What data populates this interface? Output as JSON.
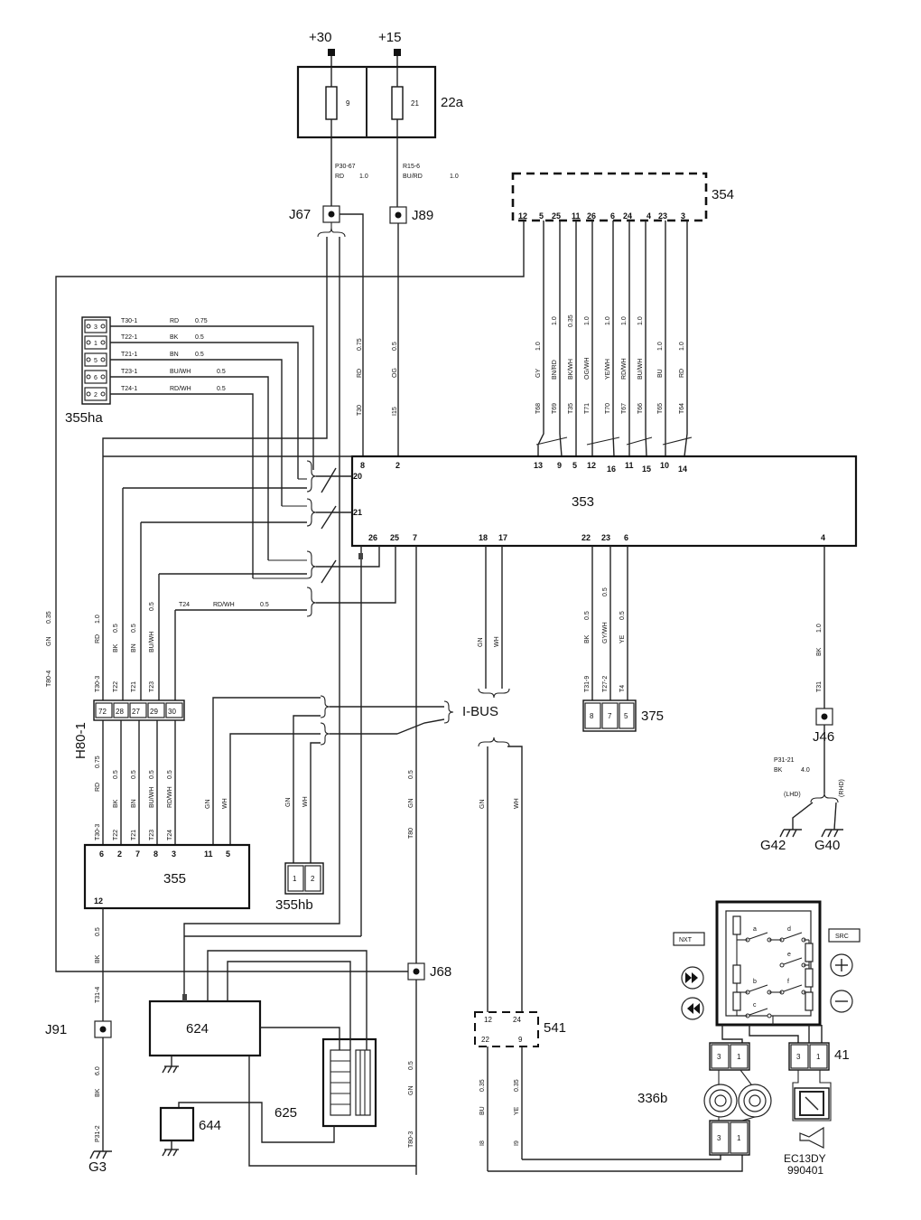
{
  "supply": {
    "plus30": "+30",
    "plus15": "+15"
  },
  "fuse_box": {
    "id": "22a",
    "fuse_a": "9",
    "fuse_b": "21"
  },
  "wire_p3067": {
    "code": "P30-67",
    "color": "RD",
    "size": "1.0"
  },
  "wire_r156": {
    "code": "R15-6",
    "color": "BU/RD",
    "size": "1.0"
  },
  "splices": {
    "j67": "J67",
    "j89": "J89",
    "j46": "J46",
    "j68": "J68",
    "j91": "J91"
  },
  "module_354": {
    "id": "354",
    "pins": [
      "12",
      "5",
      "25",
      "11",
      "26",
      "6",
      "24",
      "4",
      "23",
      "3"
    ]
  },
  "harness_354": {
    "sizes": [
      "1.0",
      "1.0",
      "0.35",
      "1.0",
      "1.0",
      "1.0",
      "1.0",
      "1.0",
      "1.0"
    ],
    "colors": [
      "GY",
      "BN/RD",
      "BK/WH",
      "OG/WH",
      "YE/WH",
      "RD/WH",
      "BU/WH",
      "BU",
      "RD"
    ],
    "codes": [
      "T68",
      "T69",
      "T35",
      "T71",
      "T70",
      "T67",
      "T66",
      "T65",
      "T64"
    ]
  },
  "module_353": {
    "id": "353",
    "top_pins": [
      "8",
      "2",
      "13",
      "9",
      "5",
      "12",
      "16",
      "11",
      "15",
      "10",
      "14"
    ],
    "left_pins": [
      "20",
      "21"
    ],
    "bottom_pins": [
      "26",
      "25",
      "7",
      "18",
      "17",
      "22",
      "23",
      "6",
      "4"
    ]
  },
  "wire_t30": {
    "color": "RD",
    "size": "0.75",
    "code": "T30"
  },
  "wire_i15": {
    "color": "OG",
    "size": "0.5",
    "code": "I15"
  },
  "connector_355ha": {
    "id": "355ha",
    "pins": [
      "3",
      "1",
      "5",
      "6",
      "2"
    ],
    "wires": [
      {
        "code": "T30-1",
        "color": "RD",
        "size": "0.75"
      },
      {
        "code": "T22-1",
        "color": "BK",
        "size": "0.5"
      },
      {
        "code": "T21-1",
        "color": "BN",
        "size": "0.5"
      },
      {
        "code": "T23-1",
        "color": "BU/WH",
        "size": "0.5"
      },
      {
        "code": "T24-1",
        "color": "RD/WH",
        "size": "0.5"
      }
    ]
  },
  "wire_t24": {
    "code": "T24",
    "color": "RD/WH",
    "size": "0.5"
  },
  "wire_t804": {
    "code": "T80-4",
    "color": "GN",
    "size": "0.35"
  },
  "connector_h801": {
    "id": "H80-1",
    "pins": [
      "72",
      "28",
      "27",
      "29",
      "30"
    ],
    "upper_sizes": [
      "1.0",
      "0.5",
      "0.5",
      "0.5"
    ],
    "upper_colors": [
      "RD",
      "BK",
      "BN",
      "BU/WH"
    ],
    "upper_codes": [
      "T30-3",
      "T22",
      "T21",
      "T23"
    ],
    "lower_sizes": [
      "0.75",
      "0.5",
      "0.5",
      "0.5",
      "0.5"
    ],
    "lower_colors": [
      "RD",
      "BK",
      "BN",
      "BU/WH",
      "RD/WH"
    ],
    "lower_codes": [
      "T30-3",
      "T22",
      "T21",
      "T23",
      "T24"
    ]
  },
  "i_bus": {
    "label": "I-BUS"
  },
  "wire_ibus": {
    "gn": "GN",
    "wh": "WH"
  },
  "wire_t80": {
    "size": "0.5",
    "color": "GN",
    "code": "T80"
  },
  "module_355": {
    "id": "355",
    "pins": [
      "6",
      "2",
      "7",
      "8",
      "3",
      "11",
      "5"
    ],
    "pin_bottom": "12"
  },
  "connector_355hb": {
    "id": "355hb",
    "pins": [
      "1",
      "2"
    ],
    "colors": [
      "GN",
      "WH"
    ]
  },
  "connector_375": {
    "id": "375",
    "pins": [
      "8",
      "7",
      "5"
    ],
    "sizes": [
      "0.5",
      "0.5",
      "0.5"
    ],
    "colors": [
      "BK",
      "GY/WH",
      "YE"
    ],
    "codes": [
      "T31-9",
      "T27-2",
      "T4"
    ]
  },
  "wire_t31": {
    "size": "1.0",
    "color": "BK",
    "code": "T31"
  },
  "wire_p3121": {
    "code": "P31-21",
    "color": "BK",
    "size": "4.0",
    "lhd": "(LHD)",
    "rhd": "(RHD)"
  },
  "grounds": {
    "g42": "G42",
    "g40": "G40",
    "g3": "G3"
  },
  "wire_t314": {
    "size": "0.5",
    "color": "BK",
    "code": "T31-4"
  },
  "wire_p312": {
    "size": "6.0",
    "color": "BK",
    "code": "P31-2"
  },
  "wire_t803": {
    "size": "0.5",
    "color": "GN",
    "code": "T80-3"
  },
  "components": {
    "c624": "624",
    "c625": "625",
    "c644": "644",
    "c336b": "336b",
    "c41": "41"
  },
  "connector_541": {
    "id": "541",
    "pins": [
      "12",
      "24",
      "22",
      "9"
    ],
    "sizes": [
      "0.35",
      "0.35"
    ],
    "colors": [
      "BU",
      "YE"
    ],
    "codes": [
      "I8",
      "I9"
    ]
  },
  "steering_switch": {
    "nxt": "NXT",
    "src": "SRC",
    "contacts": [
      "a",
      "b",
      "c",
      "d",
      "e",
      "f"
    ],
    "conn_top_left": [
      "3",
      "1"
    ],
    "conn_top_right": [
      "3",
      "1"
    ],
    "conn_bottom": [
      "3",
      "1"
    ]
  },
  "footer": {
    "code": "EC13DY",
    "date": "990401"
  }
}
